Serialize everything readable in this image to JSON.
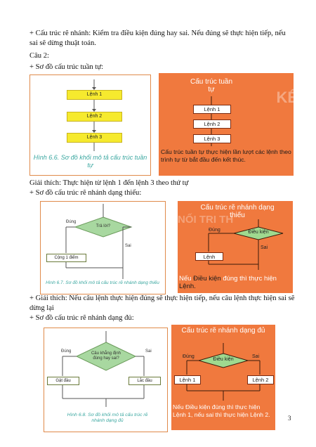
{
  "paragraphs": {
    "p1": "+ Cấu trúc rẽ nhánh: Kiểm tra điều kiện đúng hay sai. Nếu đúng sẽ thực hiện tiếp, nếu sai sẽ dừng thuật toán.",
    "p2": "Câu 2:",
    "p3": "+ Sơ đồ cấu trúc tuần tự:",
    "p4": "Giải thích: Thực hiện từ lệnh 1 đến lệnh 3 theo thứ tự",
    "p5": "+ Sơ đồ cấu trúc rẽ nhánh dạng thiếu:",
    "p6": "+ Giải thích: Nếu câu lệnh thực hiện đúng sẽ thực hiện tiếp, nếu câu lệnh thực hiện sai sẽ dừng lại",
    "p7": "+ Sơ đồ cấu trúc rẽ nhánh dạng đủ:"
  },
  "fig1": {
    "boxes": [
      "Lệnh 1",
      "Lệnh 2",
      "Lệnh 3"
    ],
    "caption": "Hình 6.6. Sơ đồ khối mô tả cấu trúc tuần tự"
  },
  "panel1": {
    "title": "Cấu trúc tuần tự",
    "boxes": [
      "Lệnh 1",
      "Lệnh 2",
      "Lệnh 3"
    ],
    "text": "Cấu trúc tuần tự thực hiện lần lượt các lệnh theo trình tự từ bắt đầu đến kết thúc.",
    "watermark": "KẾ"
  },
  "fig2": {
    "condition": "Trả lời?",
    "yes": "Đúng",
    "no": "Sai",
    "box": "Cộng 1 điểm",
    "caption": "Hình 6.7. Sơ đồ khối mô tả cấu trúc rẽ nhánh dạng thiếu"
  },
  "panel2": {
    "title": "Cấu trúc rẽ nhánh dạng thiếu",
    "condition": "Điều kiện",
    "yes": "Đúng",
    "no": "Sai",
    "box": "Lệnh",
    "text_a": "Nếu ",
    "text_b": "Điều kiện",
    "text_c": " đúng thì thực hiện ",
    "text_d": "Lệnh.",
    "watermark": "NỐI TRI TH"
  },
  "fig3": {
    "condition": "Câu khẳng định đúng hay sai?",
    "yes": "Đúng",
    "no": "Sai",
    "left_box": "Gật đầu",
    "right_box": "Lắc đầu",
    "caption": "Hình 6.8. Sơ đồ khối mô tả cấu trúc rẽ nhánh dạng đủ"
  },
  "panel3": {
    "title": "Cấu trúc rẽ nhánh dạng đủ",
    "condition": "Điều kiện",
    "yes": "Đúng",
    "no": "Sai",
    "left_box": "Lệnh 1",
    "right_box": "Lệnh 2",
    "text": "Nếu Điều kiện đúng thì thực hiện Lệnh 1, nếu sai thì thực hiện Lệnh 2."
  },
  "page_number": "3"
}
